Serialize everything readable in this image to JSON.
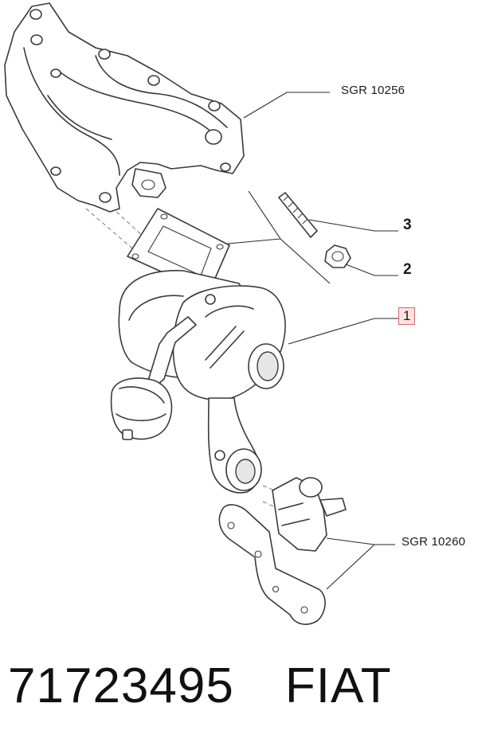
{
  "callouts": {
    "sgr_manifold": "SGR 10256",
    "sgr_bracket": "SGR 10260",
    "item_1": "1",
    "item_2": "2",
    "item_3": "3"
  },
  "footer": {
    "part_number": "71723495",
    "brand": "FIAT"
  },
  "colors": {
    "line": "#3a3a3a",
    "highlight_border": "#d46a6a",
    "highlight_fill": "#fbe3e3"
  }
}
